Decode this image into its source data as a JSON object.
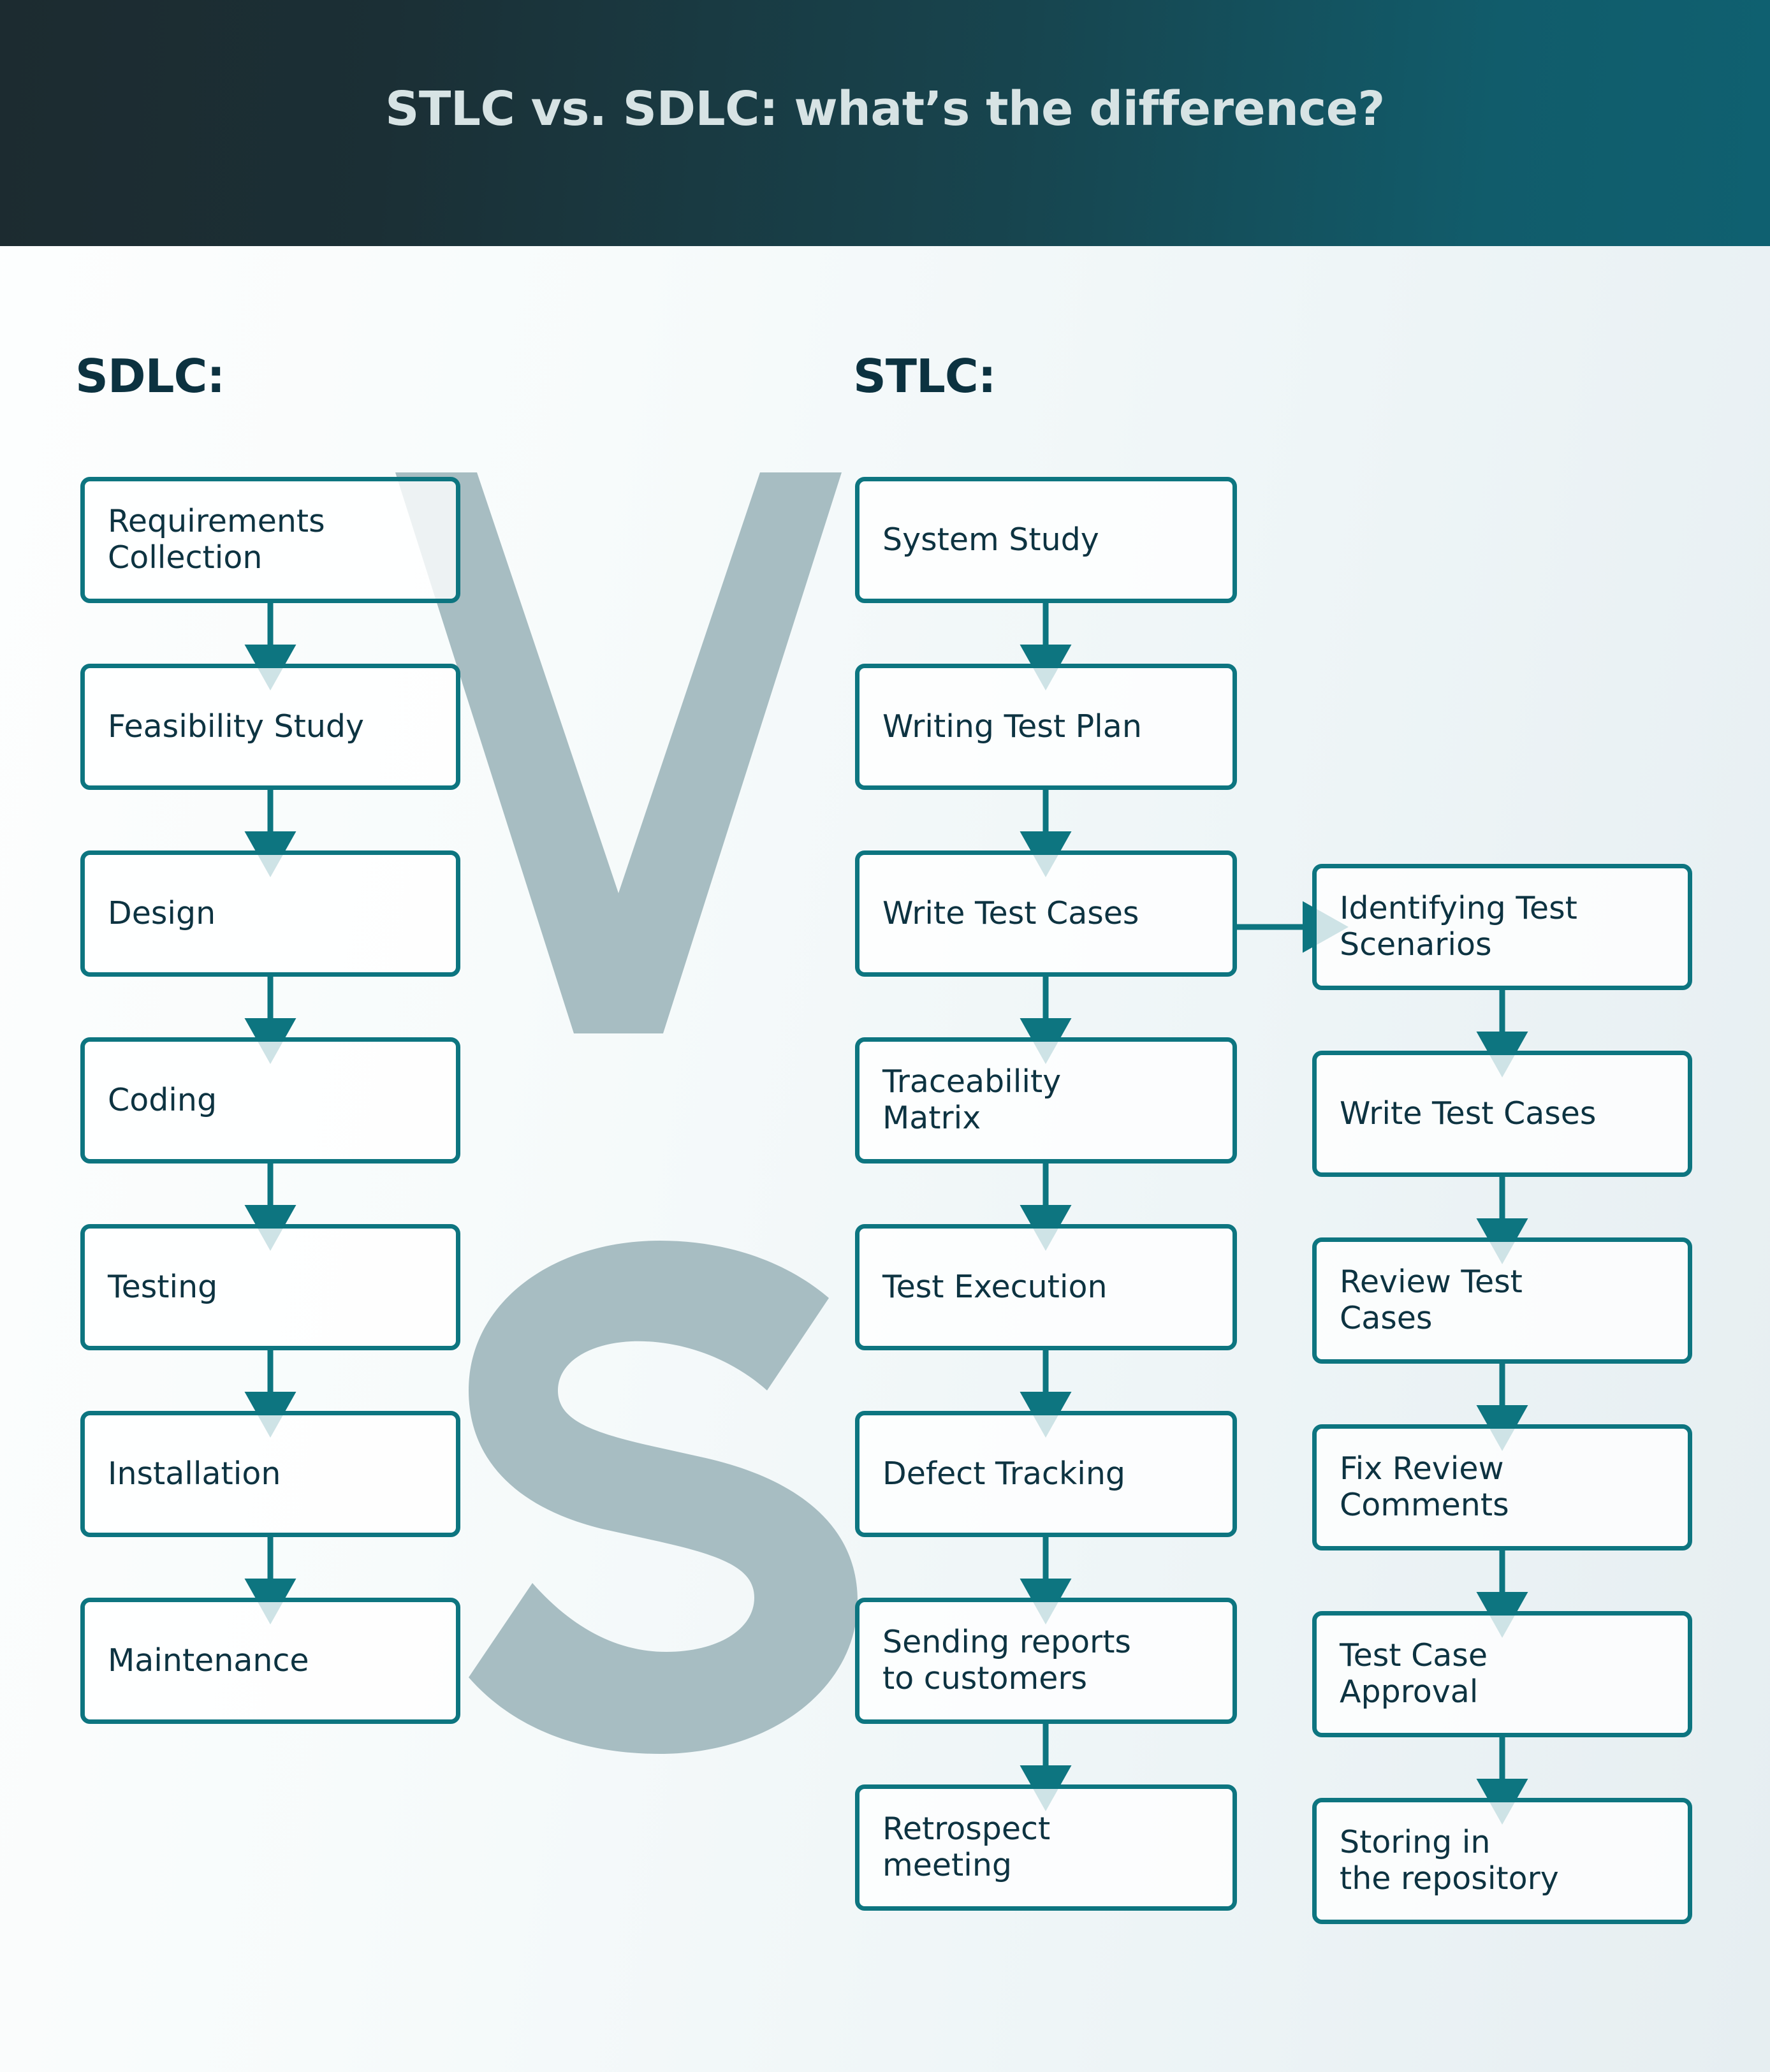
{
  "header": {
    "title": "STLC vs. SDLC: what’s the difference?",
    "bg_from": "#1c2b30",
    "bg_to": "#0f6070"
  },
  "theme": {
    "box_border": "#0d7580",
    "text_color": "#0d3341",
    "watermark_color": "#a7bdc2",
    "page_bg_from": "#fdfefe",
    "page_bg_to": "#e6eef1"
  },
  "watermark": {
    "letters": [
      "V",
      "S"
    ],
    "text": "VS"
  },
  "columns": [
    {
      "id": "sdlc",
      "heading": "SDLC:",
      "steps": [
        {
          "label": "Requirements\nCollection",
          "lines": [
            "Requirements",
            "Collection"
          ]
        },
        {
          "label": "Feasibility Study",
          "lines": [
            "Feasibility Study"
          ]
        },
        {
          "label": "Design",
          "lines": [
            "Design"
          ]
        },
        {
          "label": "Coding",
          "lines": [
            "Coding"
          ]
        },
        {
          "label": "Testing",
          "lines": [
            "Testing"
          ]
        },
        {
          "label": "Installation",
          "lines": [
            "Installation"
          ]
        },
        {
          "label": "Maintenance",
          "lines": [
            "Maintenance"
          ]
        }
      ]
    },
    {
      "id": "stlc",
      "heading": "STLC:",
      "steps": [
        {
          "label": "System Study",
          "lines": [
            "System Study"
          ]
        },
        {
          "label": "Writing Test Plan",
          "lines": [
            "Writing Test Plan"
          ]
        },
        {
          "label": "Write Test Cases",
          "lines": [
            "Write Test Cases"
          ]
        },
        {
          "label": "Traceability\nMatrix",
          "lines": [
            "Traceability",
            "Matrix"
          ]
        },
        {
          "label": "Test Execution",
          "lines": [
            "Test Execution"
          ]
        },
        {
          "label": "Defect Tracking",
          "lines": [
            "Defect Tracking"
          ]
        },
        {
          "label": "Sending reports\nto customers",
          "lines": [
            "Sending reports",
            "to customers"
          ]
        },
        {
          "label": "Retrospect\nmeeting",
          "lines": [
            "Retrospect",
            "meeting"
          ]
        }
      ]
    },
    {
      "id": "stlc-detail",
      "heading": "",
      "steps": [
        {
          "label": "Identifying Test\nScenarios",
          "lines": [
            "Identifying Test",
            "Scenarios"
          ]
        },
        {
          "label": "Write Test Cases",
          "lines": [
            "Write Test Cases"
          ]
        },
        {
          "label": "Review Test\nCases",
          "lines": [
            "Review Test",
            "Cases"
          ]
        },
        {
          "label": "Fix Review\nComments",
          "lines": [
            "Fix Review",
            "Comments"
          ]
        },
        {
          "label": "Test Case\nApproval",
          "lines": [
            "Test Case",
            "Approval"
          ]
        },
        {
          "label": "Storing in\nthe repository",
          "lines": [
            "Storing in",
            "the repository"
          ]
        }
      ]
    }
  ],
  "branch": {
    "from": "Write Test Cases",
    "to": "Identifying Test Scenarios",
    "direction": "right"
  }
}
